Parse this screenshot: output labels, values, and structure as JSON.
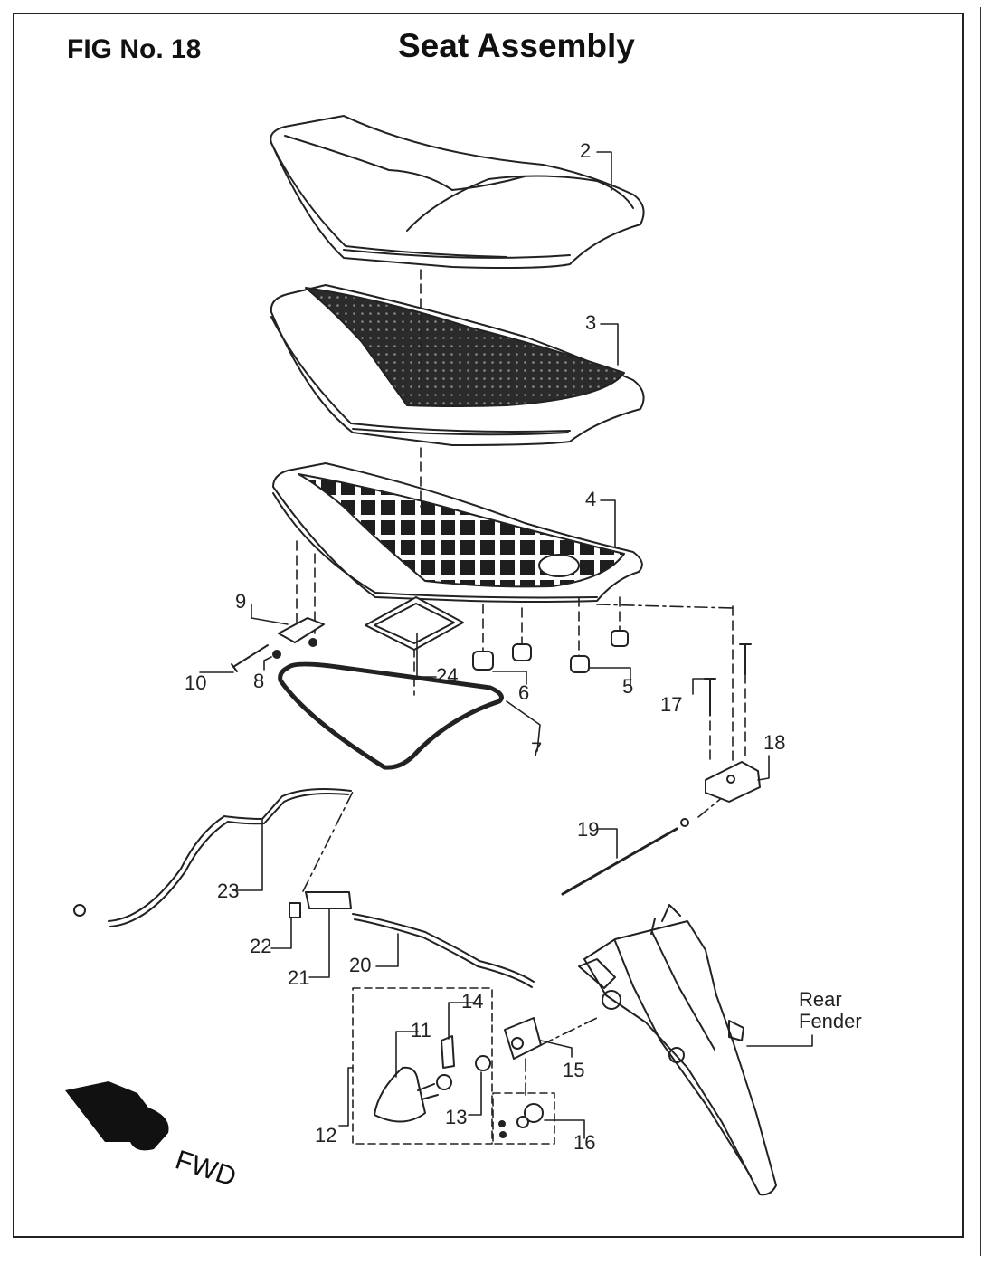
{
  "header": {
    "fig_no": "FIG No. 18",
    "title": "Seat Assembly"
  },
  "callouts": {
    "c2": "2",
    "c3": "3",
    "c4": "4",
    "c5": "5",
    "c6": "6",
    "c7": "7",
    "c8": "8",
    "c9": "9",
    "c10": "10",
    "c11": "11",
    "c12": "12",
    "c13": "13",
    "c14": "14",
    "c15": "15",
    "c16": "16",
    "c17": "17",
    "c18": "18",
    "c19": "19",
    "c20": "20",
    "c21": "21",
    "c22": "22",
    "c23": "23",
    "c24": "24"
  },
  "rear_fender": {
    "line1": "Rear",
    "line2": "Fender"
  },
  "direction": {
    "label": "FWD"
  },
  "colors": {
    "ink": "#222222",
    "mesh": "#2b2b2b",
    "paper": "#ffffff"
  }
}
